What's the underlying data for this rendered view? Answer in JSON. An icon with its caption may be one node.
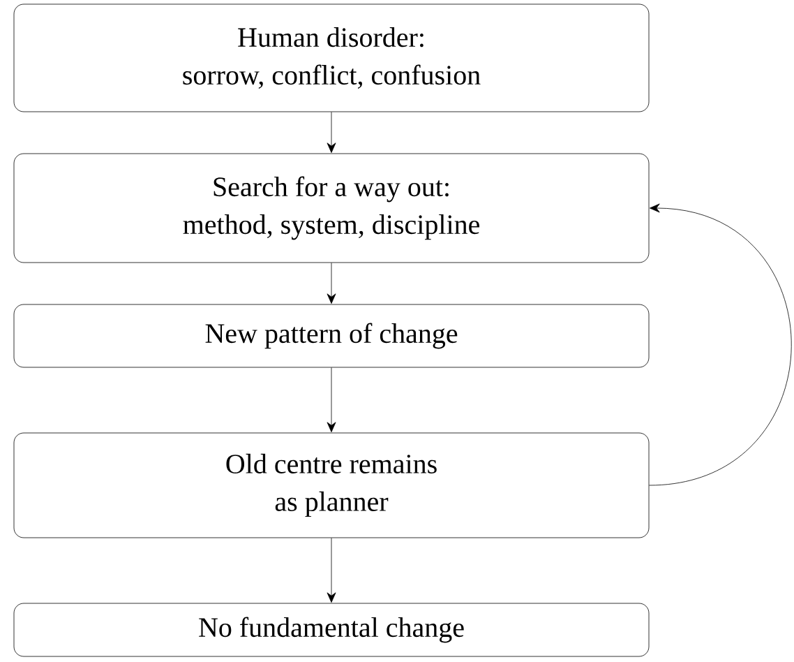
{
  "diagram": {
    "nodes": [
      {
        "text": [
          "Human disorder: sorrow, conflict, confusion"
        ]
      },
      {
        "text": [
          "Search for a way out: method, system, discipline"
        ]
      },
      {
        "text": [
          "New pattern of change"
        ]
      },
      {
        "text": [
          "Old centre remains as planner"
        ]
      },
      {
        "text": [
          "No fundamental change"
        ]
      }
    ],
    "edges": [
      {
        "from": 0,
        "to": 1,
        "arrow": "to"
      },
      {
        "from": 1,
        "to": 2,
        "arrow": "to"
      },
      {
        "from": 2,
        "to": 3,
        "arrow": "to"
      },
      {
        "from": 3,
        "to": 4,
        "arrow": "to"
      },
      {
        "from": 3,
        "to": 1,
        "arrow": "to"
      }
    ]
  }
}
